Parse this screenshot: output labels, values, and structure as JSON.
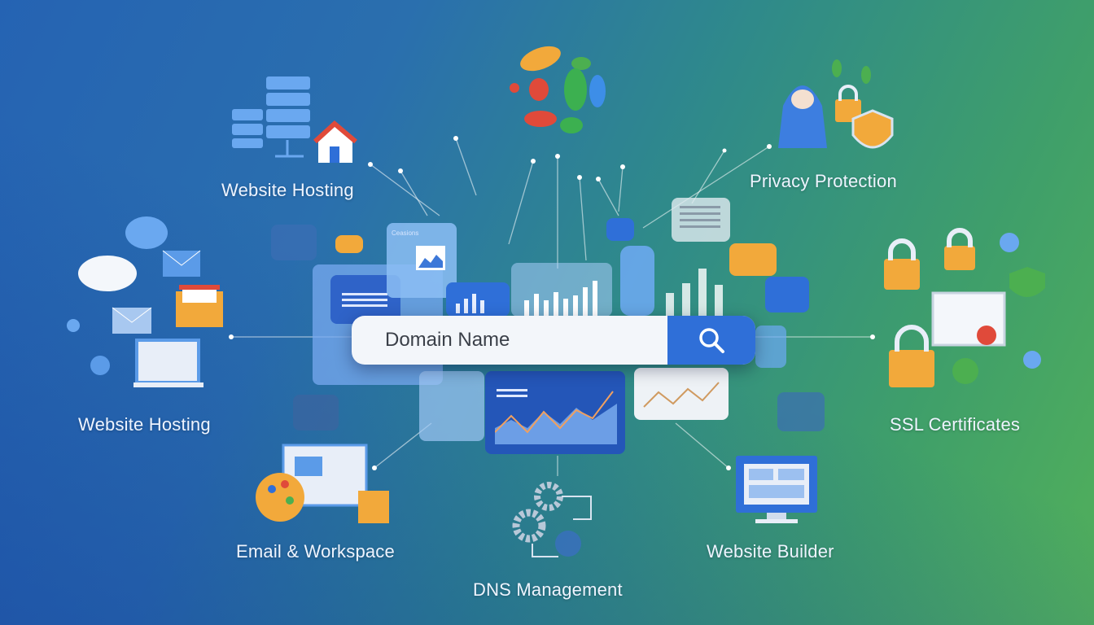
{
  "search": {
    "placeholder": "Domain Name",
    "button_icon": "search-icon"
  },
  "labels": {
    "hosting_top": "Website Hosting",
    "hosting_left": "Website Hosting",
    "email": "Email & Workspace",
    "dns": "DNS Management",
    "builder": "Website Builder",
    "ssl": "SSL Certificates",
    "privacy": "Privacy Protection"
  },
  "panel_caption": "Ceasions",
  "colors": {
    "accent": "#2f6fd8",
    "orange": "#f2a93b",
    "green": "#4caf50"
  }
}
